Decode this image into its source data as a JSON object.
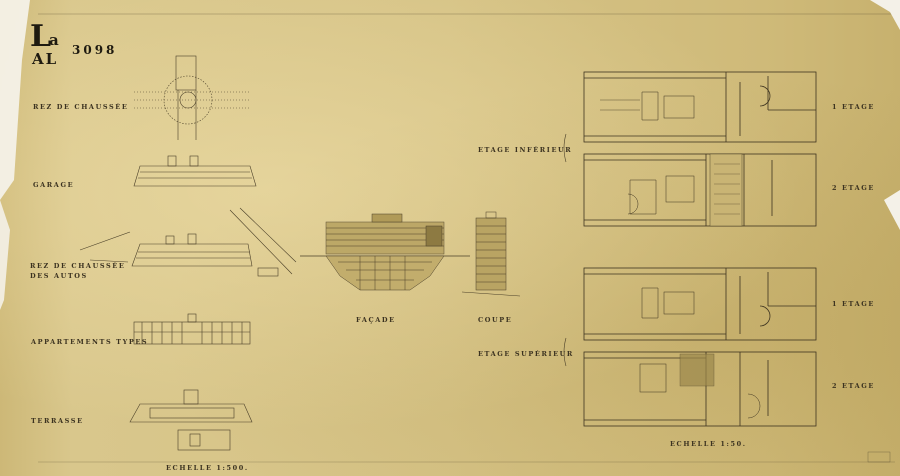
{
  "logo": {
    "letter": "L",
    "sup": "a",
    "sub": "AL",
    "number": "3098"
  },
  "left_labels": [
    "REZ DE CHAUSSÉE",
    "GARAGE",
    "REZ DE CHAUSSÉE",
    "DES AUTOS",
    "APPARTEMENTS TYPES",
    "TERRASSE"
  ],
  "center_labels": {
    "facade": "FAÇADE",
    "coupe": "COUPE"
  },
  "section_labels": {
    "inferieur": "ETAGE INFÉRIEUR",
    "superieur": "ETAGE SUPÉRIEUR"
  },
  "right_labels": [
    "1 ETAGE",
    "2 ETAGE",
    "1 ETAGE",
    "2 ETAGE"
  ],
  "scales": {
    "left": "ECHELLE 1:500.",
    "right": "ECHELLE 1:50."
  },
  "colors": {
    "paper": "#d6c386",
    "ink": "#3b3220",
    "line": "#4a3f28"
  }
}
